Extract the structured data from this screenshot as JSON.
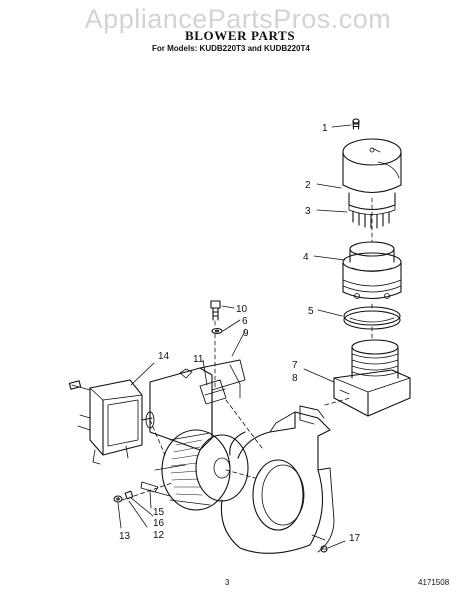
{
  "watermark": "AppliancePartsPros.com",
  "title": "BLOWER PARTS",
  "subtitle": "For Models: KUDB220T3 and KUDB220T4",
  "page_number": "3",
  "document_number": "4171508",
  "callouts": [
    {
      "id": "1",
      "label": "1"
    },
    {
      "id": "2",
      "label": "2"
    },
    {
      "id": "3",
      "label": "3"
    },
    {
      "id": "4",
      "label": "4"
    },
    {
      "id": "5",
      "label": "5"
    },
    {
      "id": "6",
      "label": "6"
    },
    {
      "id": "7",
      "label": "7"
    },
    {
      "id": "8",
      "label": "8"
    },
    {
      "id": "9",
      "label": "9"
    },
    {
      "id": "10",
      "label": "10"
    },
    {
      "id": "11",
      "label": "11"
    },
    {
      "id": "12",
      "label": "12"
    },
    {
      "id": "13",
      "label": "13"
    },
    {
      "id": "14",
      "label": "14"
    },
    {
      "id": "15",
      "label": "15"
    },
    {
      "id": "16",
      "label": "16"
    },
    {
      "id": "17",
      "label": "17"
    }
  ]
}
